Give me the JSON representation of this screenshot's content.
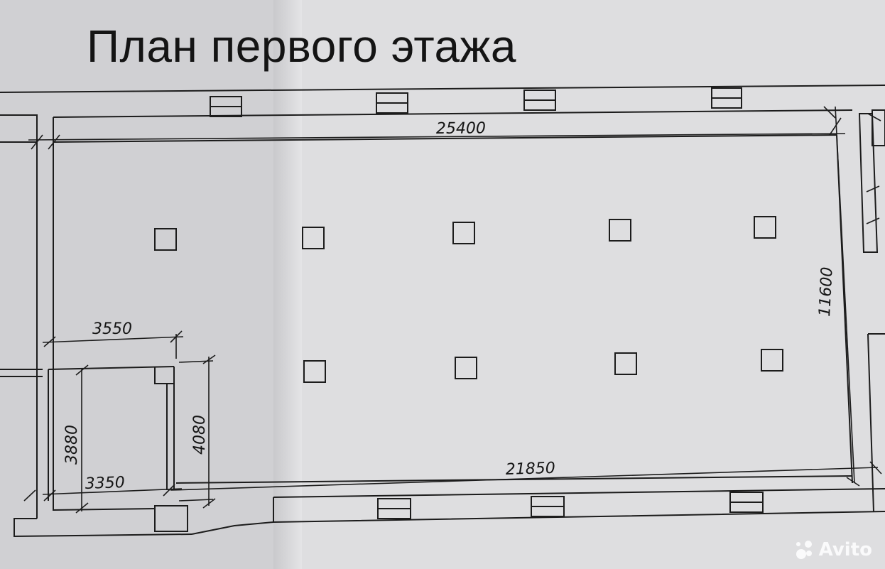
{
  "title": "План первого этажа",
  "dimensions": {
    "total_length": "25400",
    "inner_length": "21850",
    "total_width": "11600",
    "room_width_top": "3550",
    "room_width_bottom": "3350",
    "room_depth_inner": "3880",
    "room_depth_outer": "4080"
  },
  "watermark": "Avito"
}
